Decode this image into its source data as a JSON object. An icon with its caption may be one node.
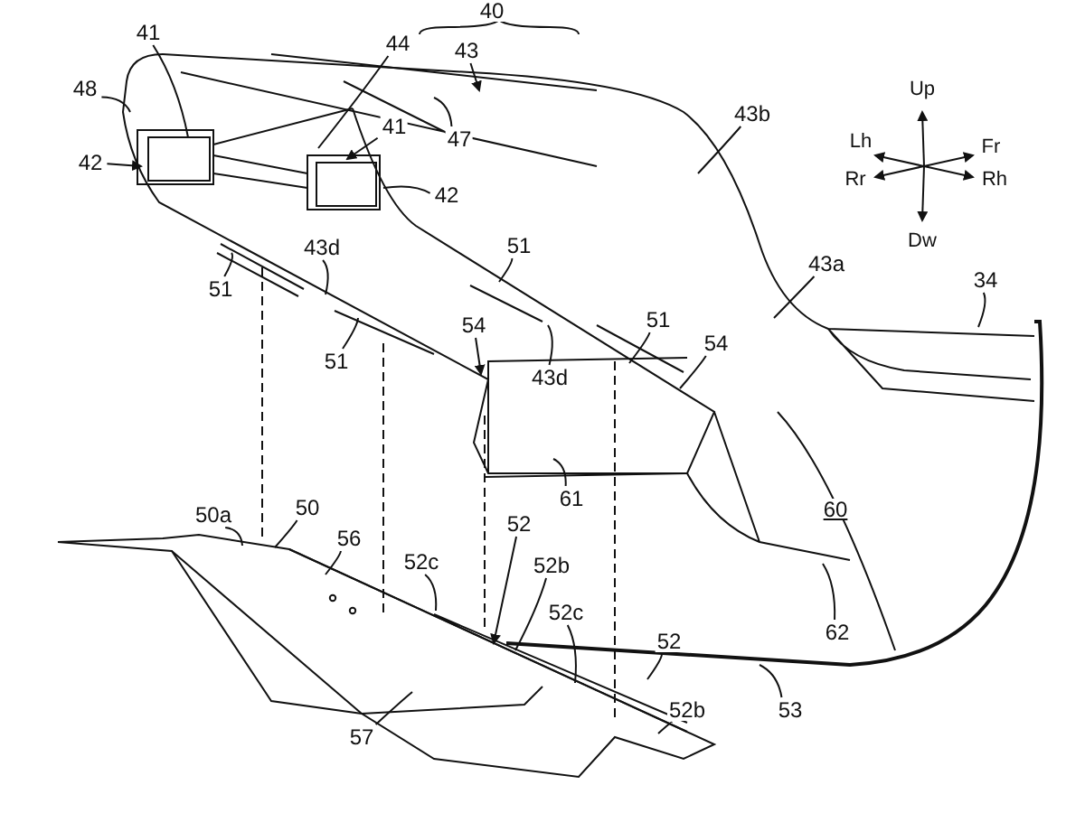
{
  "diagram": {
    "nodes": [
      {
        "text": [
          "41"
        ]
      },
      {
        "text": [
          "48"
        ]
      },
      {
        "text": [
          "44"
        ]
      },
      {
        "text": [
          "43"
        ]
      },
      {
        "text": [
          "47"
        ]
      },
      {
        "text": [
          "42"
        ]
      },
      {
        "text": [
          "41"
        ]
      },
      {
        "text": [
          "42"
        ]
      },
      {
        "text": [
          "43b"
        ]
      },
      {
        "text": [
          "51"
        ]
      },
      {
        "text": [
          "43d"
        ]
      },
      {
        "text": [
          "51"
        ]
      },
      {
        "text": [
          "54"
        ]
      },
      {
        "text": [
          "51"
        ]
      },
      {
        "text": [
          "43d"
        ]
      },
      {
        "text": [
          "51"
        ]
      },
      {
        "text": [
          "54"
        ]
      },
      {
        "text": [
          "43a"
        ]
      },
      {
        "text": [
          "34"
        ]
      },
      {
        "text": [
          "61"
        ]
      },
      {
        "text": [
          "50a"
        ]
      },
      {
        "text": [
          "50"
        ]
      },
      {
        "text": [
          "56"
        ]
      },
      {
        "text": [
          "52c"
        ]
      },
      {
        "text": [
          "52"
        ]
      },
      {
        "text": [
          "52b"
        ]
      },
      {
        "text": [
          "52c"
        ]
      },
      {
        "text": [
          "52"
        ]
      },
      {
        "text": [
          "52b"
        ]
      },
      {
        "text": [
          "62"
        ]
      },
      {
        "text": [
          "53"
        ]
      },
      {
        "text": [
          "57"
        ]
      },
      {
        "text": [
          "40"
        ]
      },
      {
        "text": [
          "60"
        ]
      }
    ],
    "edges": [
      {
        "from": 0,
        "to": null,
        "arrow": "none"
      },
      {
        "from": 1,
        "to": null,
        "arrow": "none"
      },
      {
        "from": 2,
        "to": null,
        "arrow": "none"
      },
      {
        "from": 3,
        "to": null,
        "arrow": "to"
      },
      {
        "from": 4,
        "to": null,
        "arrow": "none"
      },
      {
        "from": 5,
        "to": null,
        "arrow": "to"
      },
      {
        "from": 6,
        "to": null,
        "arrow": "to"
      },
      {
        "from": 7,
        "to": null,
        "arrow": "none"
      },
      {
        "from": 8,
        "to": null,
        "arrow": "none"
      },
      {
        "from": 9,
        "to": null,
        "arrow": "none"
      },
      {
        "from": 10,
        "to": null,
        "arrow": "none"
      },
      {
        "from": 11,
        "to": null,
        "arrow": "none"
      },
      {
        "from": 12,
        "to": null,
        "arrow": "to"
      },
      {
        "from": 13,
        "to": null,
        "arrow": "none"
      },
      {
        "from": 14,
        "to": null,
        "arrow": "none"
      },
      {
        "from": 15,
        "to": null,
        "arrow": "none"
      },
      {
        "from": 16,
        "to": null,
        "arrow": "none"
      },
      {
        "from": 17,
        "to": null,
        "arrow": "none"
      },
      {
        "from": 18,
        "to": null,
        "arrow": "none"
      },
      {
        "from": 19,
        "to": null,
        "arrow": "none"
      },
      {
        "from": 20,
        "to": null,
        "arrow": "none"
      },
      {
        "from": 21,
        "to": null,
        "arrow": "none"
      },
      {
        "from": 22,
        "to": null,
        "arrow": "none"
      },
      {
        "from": 23,
        "to": null,
        "arrow": "none"
      },
      {
        "from": 24,
        "to": null,
        "arrow": "to"
      },
      {
        "from": 25,
        "to": null,
        "arrow": "none"
      },
      {
        "from": 26,
        "to": null,
        "arrow": "none"
      },
      {
        "from": 27,
        "to": null,
        "arrow": "none"
      },
      {
        "from": 28,
        "to": null,
        "arrow": "none"
      },
      {
        "from": 29,
        "to": null,
        "arrow": "none"
      },
      {
        "from": 30,
        "to": null,
        "arrow": "none"
      },
      {
        "from": 31,
        "to": null,
        "arrow": "none"
      }
    ],
    "labels": [
      "Up",
      "Lh",
      "Fr",
      "Rr",
      "Rh",
      "Dw"
    ]
  }
}
